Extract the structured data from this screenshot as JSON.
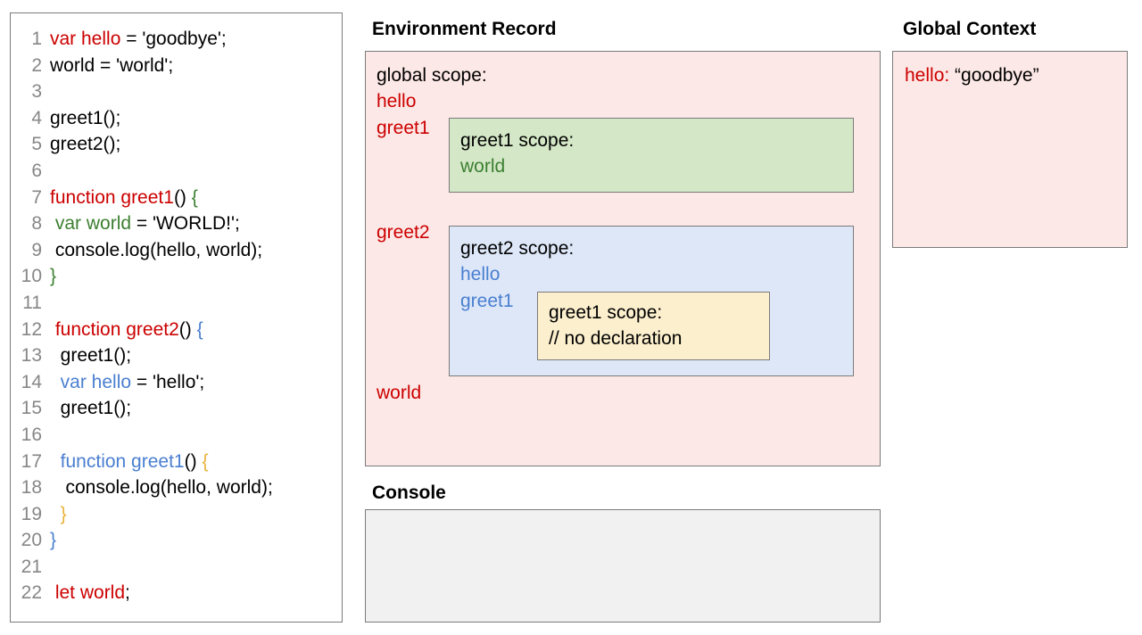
{
  "code_panel": {
    "lines": [
      {
        "num": "1",
        "tokens": [
          {
            "t": "var hello",
            "c": "red"
          },
          {
            "t": " = 'goodbye';",
            "c": "black"
          }
        ]
      },
      {
        "num": "2",
        "tokens": [
          {
            "t": "world = 'world';",
            "c": "black"
          }
        ]
      },
      {
        "num": "3",
        "tokens": [
          {
            "t": "",
            "c": "black"
          }
        ]
      },
      {
        "num": "4",
        "tokens": [
          {
            "t": "greet1();",
            "c": "black"
          }
        ]
      },
      {
        "num": "5",
        "tokens": [
          {
            "t": "greet2();",
            "c": "black"
          }
        ]
      },
      {
        "num": "6",
        "tokens": [
          {
            "t": "",
            "c": "black"
          }
        ]
      },
      {
        "num": "7",
        "tokens": [
          {
            "t": "function greet1",
            "c": "red"
          },
          {
            "t": "() ",
            "c": "black"
          },
          {
            "t": "{",
            "c": "green"
          }
        ]
      },
      {
        "num": "8",
        "tokens": [
          {
            "t": " ",
            "c": "black"
          },
          {
            "t": "var world",
            "c": "green"
          },
          {
            "t": " = 'WORLD!';",
            "c": "black"
          }
        ]
      },
      {
        "num": "9",
        "tokens": [
          {
            "t": " console.log(hello, world);",
            "c": "black"
          }
        ]
      },
      {
        "num": "10",
        "tokens": [
          {
            "t": "}",
            "c": "green"
          }
        ]
      },
      {
        "num": "11",
        "tokens": [
          {
            "t": "",
            "c": "black"
          }
        ]
      },
      {
        "num": "12",
        "tokens": [
          {
            "t": " function greet2",
            "c": "red"
          },
          {
            "t": "() ",
            "c": "black"
          },
          {
            "t": "{",
            "c": "blue"
          }
        ]
      },
      {
        "num": "13",
        "tokens": [
          {
            "t": "  greet1();",
            "c": "black"
          }
        ]
      },
      {
        "num": "14",
        "tokens": [
          {
            "t": "  ",
            "c": "black"
          },
          {
            "t": "var hello",
            "c": "blue"
          },
          {
            "t": " = 'hello';",
            "c": "black"
          }
        ]
      },
      {
        "num": "15",
        "tokens": [
          {
            "t": "  greet1();",
            "c": "black"
          }
        ]
      },
      {
        "num": "16",
        "tokens": [
          {
            "t": "",
            "c": "black"
          }
        ]
      },
      {
        "num": "17",
        "tokens": [
          {
            "t": "  ",
            "c": "black"
          },
          {
            "t": "function greet1",
            "c": "blue"
          },
          {
            "t": "() ",
            "c": "black"
          },
          {
            "t": "{",
            "c": "orange"
          }
        ]
      },
      {
        "num": "18",
        "tokens": [
          {
            "t": "   console.log(hello, world);",
            "c": "black"
          }
        ]
      },
      {
        "num": "19",
        "tokens": [
          {
            "t": "  ",
            "c": "black"
          },
          {
            "t": "}",
            "c": "orange"
          }
        ]
      },
      {
        "num": "20",
        "tokens": [
          {
            "t": "}",
            "c": "blue"
          }
        ]
      },
      {
        "num": "21",
        "tokens": [
          {
            "t": "",
            "c": "black"
          }
        ]
      },
      {
        "num": "22",
        "tokens": [
          {
            "t": " let world",
            "c": "red"
          },
          {
            "t": ";",
            "c": "black"
          }
        ]
      }
    ]
  },
  "environment_record": {
    "title": "Environment Record",
    "heading": "global scope:",
    "variables": [
      {
        "name": "hello",
        "color": "#cc0000"
      },
      {
        "name": "greet1",
        "color": "#cc0000"
      },
      {
        "name": "greet2",
        "color": "#cc0000"
      },
      {
        "name": "world",
        "color": "#cc0000"
      }
    ],
    "greet1_scope": {
      "heading": "greet1 scope:",
      "variables": [
        "world"
      ]
    },
    "greet2_scope": {
      "heading": "greet2 scope:",
      "variables": [
        "hello",
        "greet1"
      ],
      "greet1_inner_scope": {
        "heading": "greet1 scope:",
        "note": "// no declaration"
      }
    }
  },
  "global_context": {
    "title": "Global Context",
    "entries": [
      {
        "key": "hello:",
        "value": "“goodbye”"
      }
    ]
  },
  "console": {
    "title": "Console",
    "output": ""
  },
  "colors": {
    "pink_panel": "#fce8e6",
    "green_box": "#d4e7c7",
    "blue_box": "#dde7f8",
    "yellow_box": "#fcefcd",
    "console_bg": "#f1f1f1",
    "border": "#7b7b7b",
    "red_text": "#cc0000",
    "green_text": "#3c8031",
    "blue_text": "#4a7fd0",
    "orange_text": "#e8b33c",
    "gutter_text": "#878787"
  }
}
